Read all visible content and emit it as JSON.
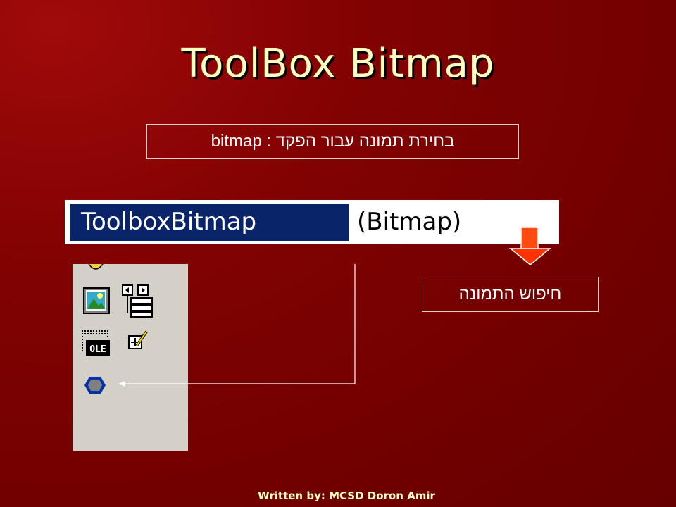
{
  "slide": {
    "title": "ToolBox  Bitmap",
    "instruction_box": "בחירת תמונה עבור הפקד : bitmap",
    "search_box": "חיפוש התמונה",
    "footer": "Written by:  MCSD Doron Amir"
  },
  "property_grid": {
    "name": "ToolboxBitmap",
    "value": "(Bitmap)"
  },
  "toolbox": {
    "icons": [
      "partial-yellow-icon",
      "picturebox-icon",
      "datarepeater-icon",
      "ole-icon",
      "checkbox-edit-icon",
      "custom-control-icon"
    ]
  },
  "colors": {
    "title": "#ffffc0",
    "selection": "#0a246a",
    "arrow": "#ff3300"
  }
}
